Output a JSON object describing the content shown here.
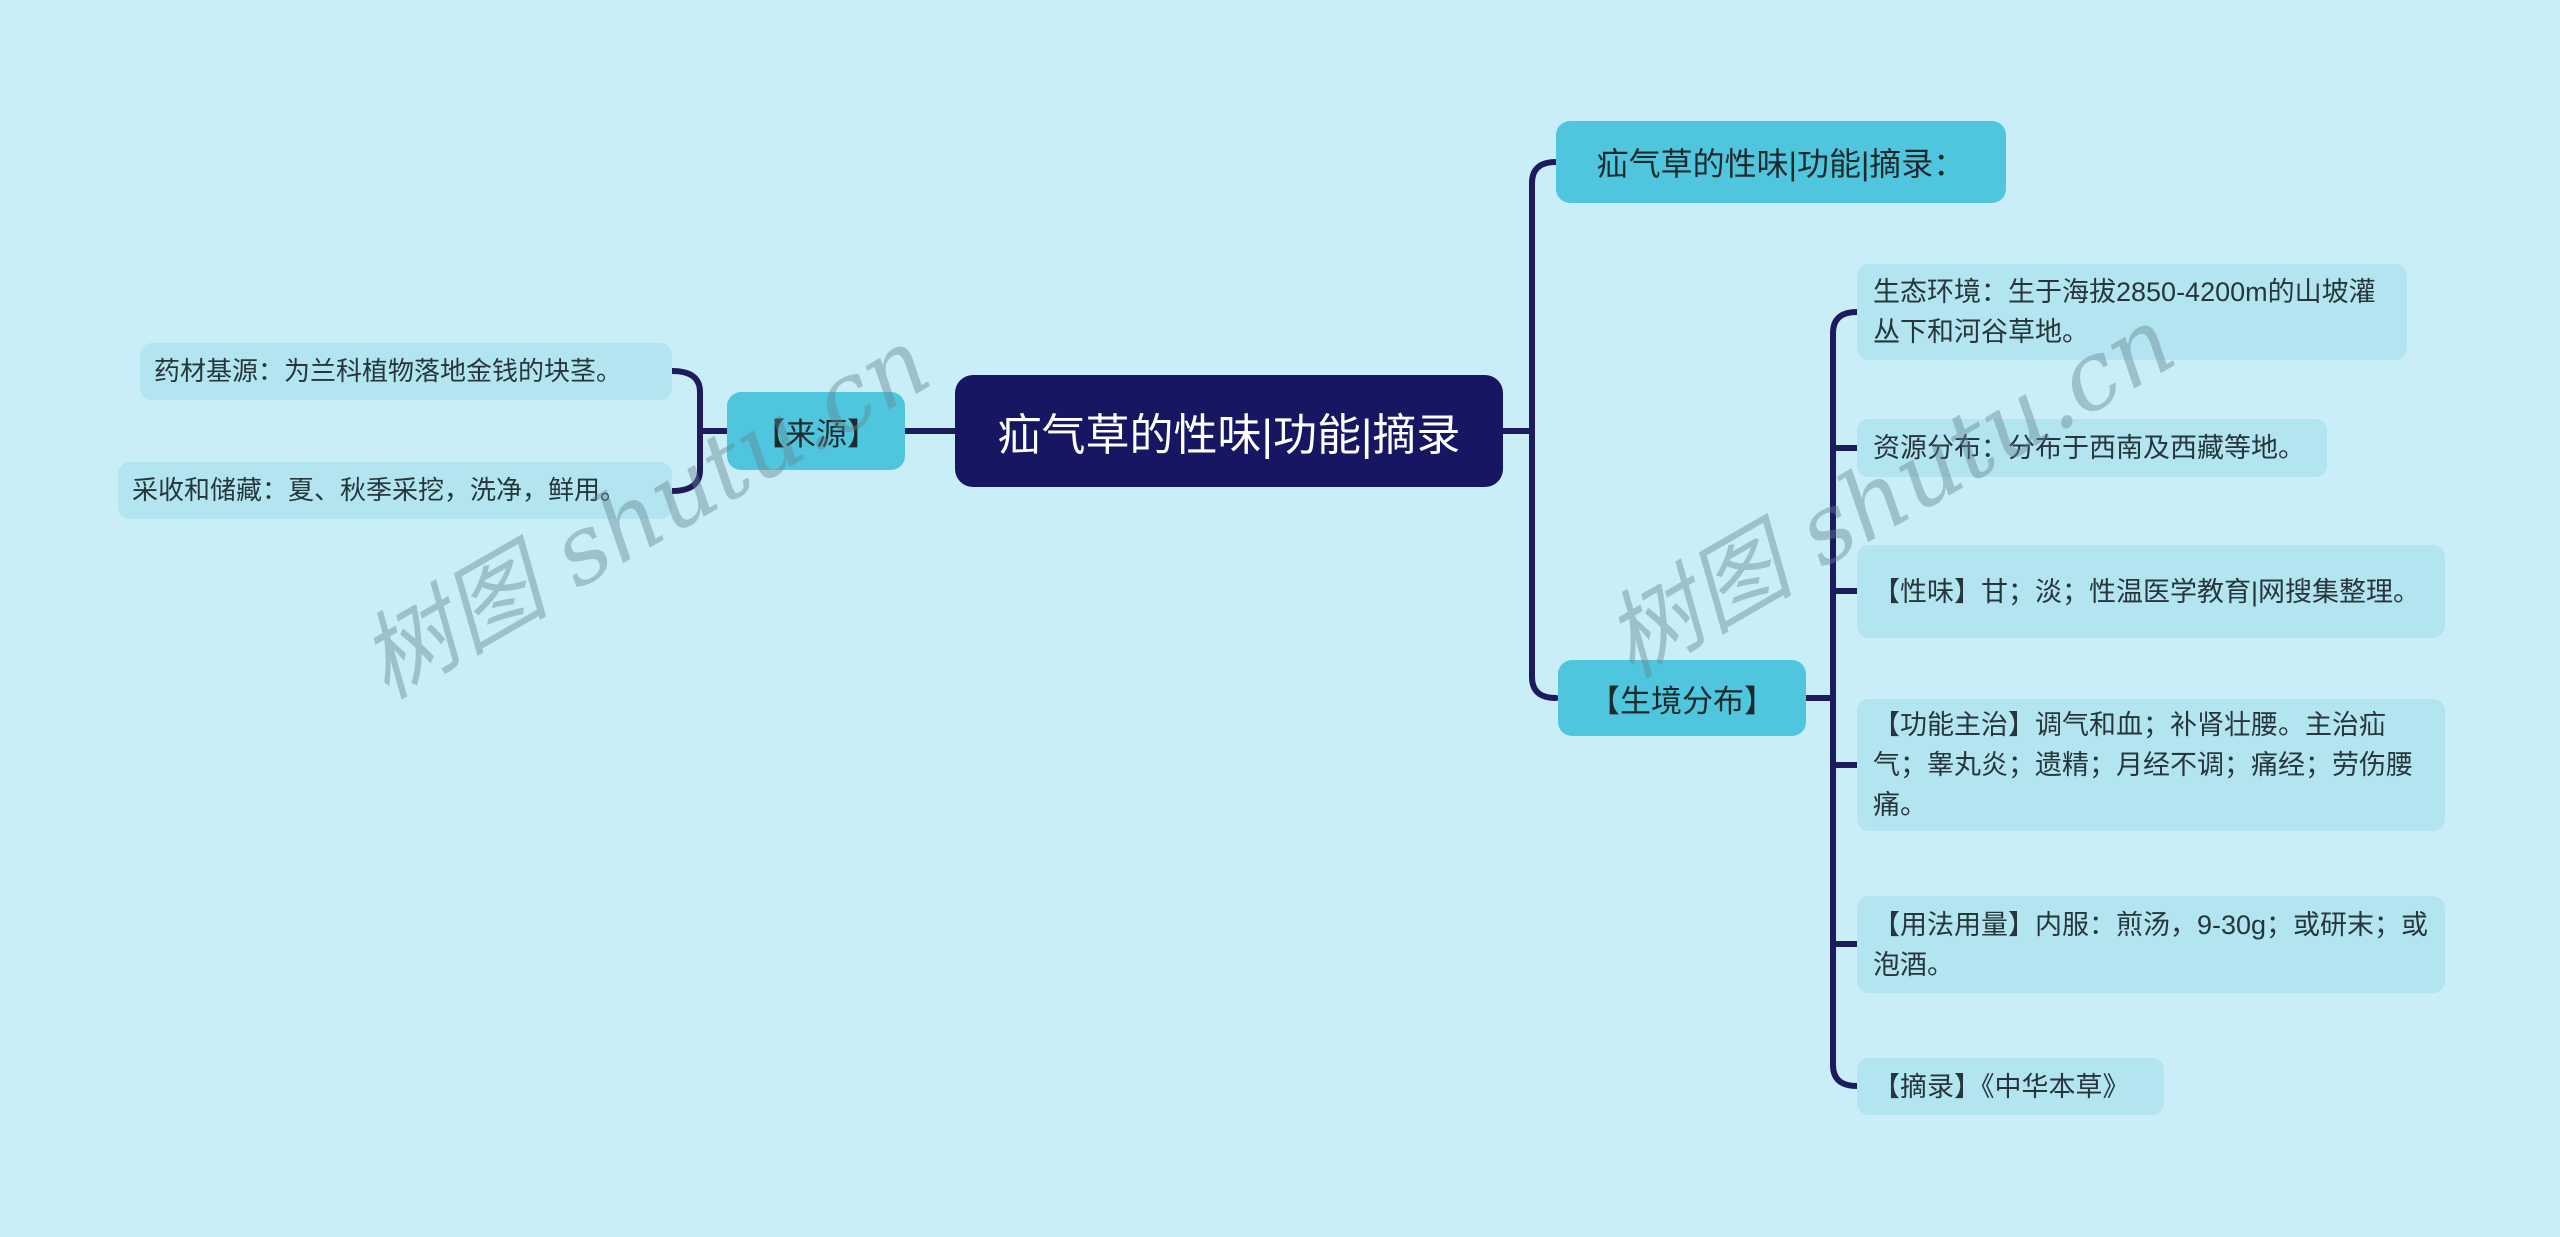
{
  "watermark": {
    "text": "树图 shutu.cn"
  },
  "root": {
    "label": "疝气草的性味|功能|摘录"
  },
  "left_branch": {
    "topic_label": "【来源】",
    "children": [
      {
        "label": "药材基源：为兰科植物落地金钱的块茎。"
      },
      {
        "label": "采收和储藏：夏、秋季采挖，洗净，鲜用。"
      }
    ]
  },
  "right_branch": {
    "note_label": "疝气草的性味|功能|摘录：",
    "topic_label": "【生境分布】",
    "children": [
      {
        "label": "生态环境：生于海拔2850-4200m的山坡灌丛下和河谷草地。"
      },
      {
        "label": "资源分布：分布于西南及西藏等地。"
      },
      {
        "label": "【性味】甘；淡；性温医学教育|网搜集整理。"
      },
      {
        "label": "【功能主治】调气和血；补肾壮腰。主治疝气；睾丸炎；遗精；月经不调；痛经；劳伤腰痛。"
      },
      {
        "label": "【用法用量】内服：煎汤，9-30g；或研末；或泡酒。"
      },
      {
        "label": "【摘录】《中华本草》"
      }
    ]
  },
  "colors": {
    "background": "#c9eef7",
    "root_bg": "#161663",
    "root_text": "#ffffff",
    "topic_bg": "#4fc6dd",
    "child_bg": "#b2e5f0",
    "line": "#1b1b5e",
    "text_dark": "#26363b",
    "watermark": "#64808c"
  }
}
